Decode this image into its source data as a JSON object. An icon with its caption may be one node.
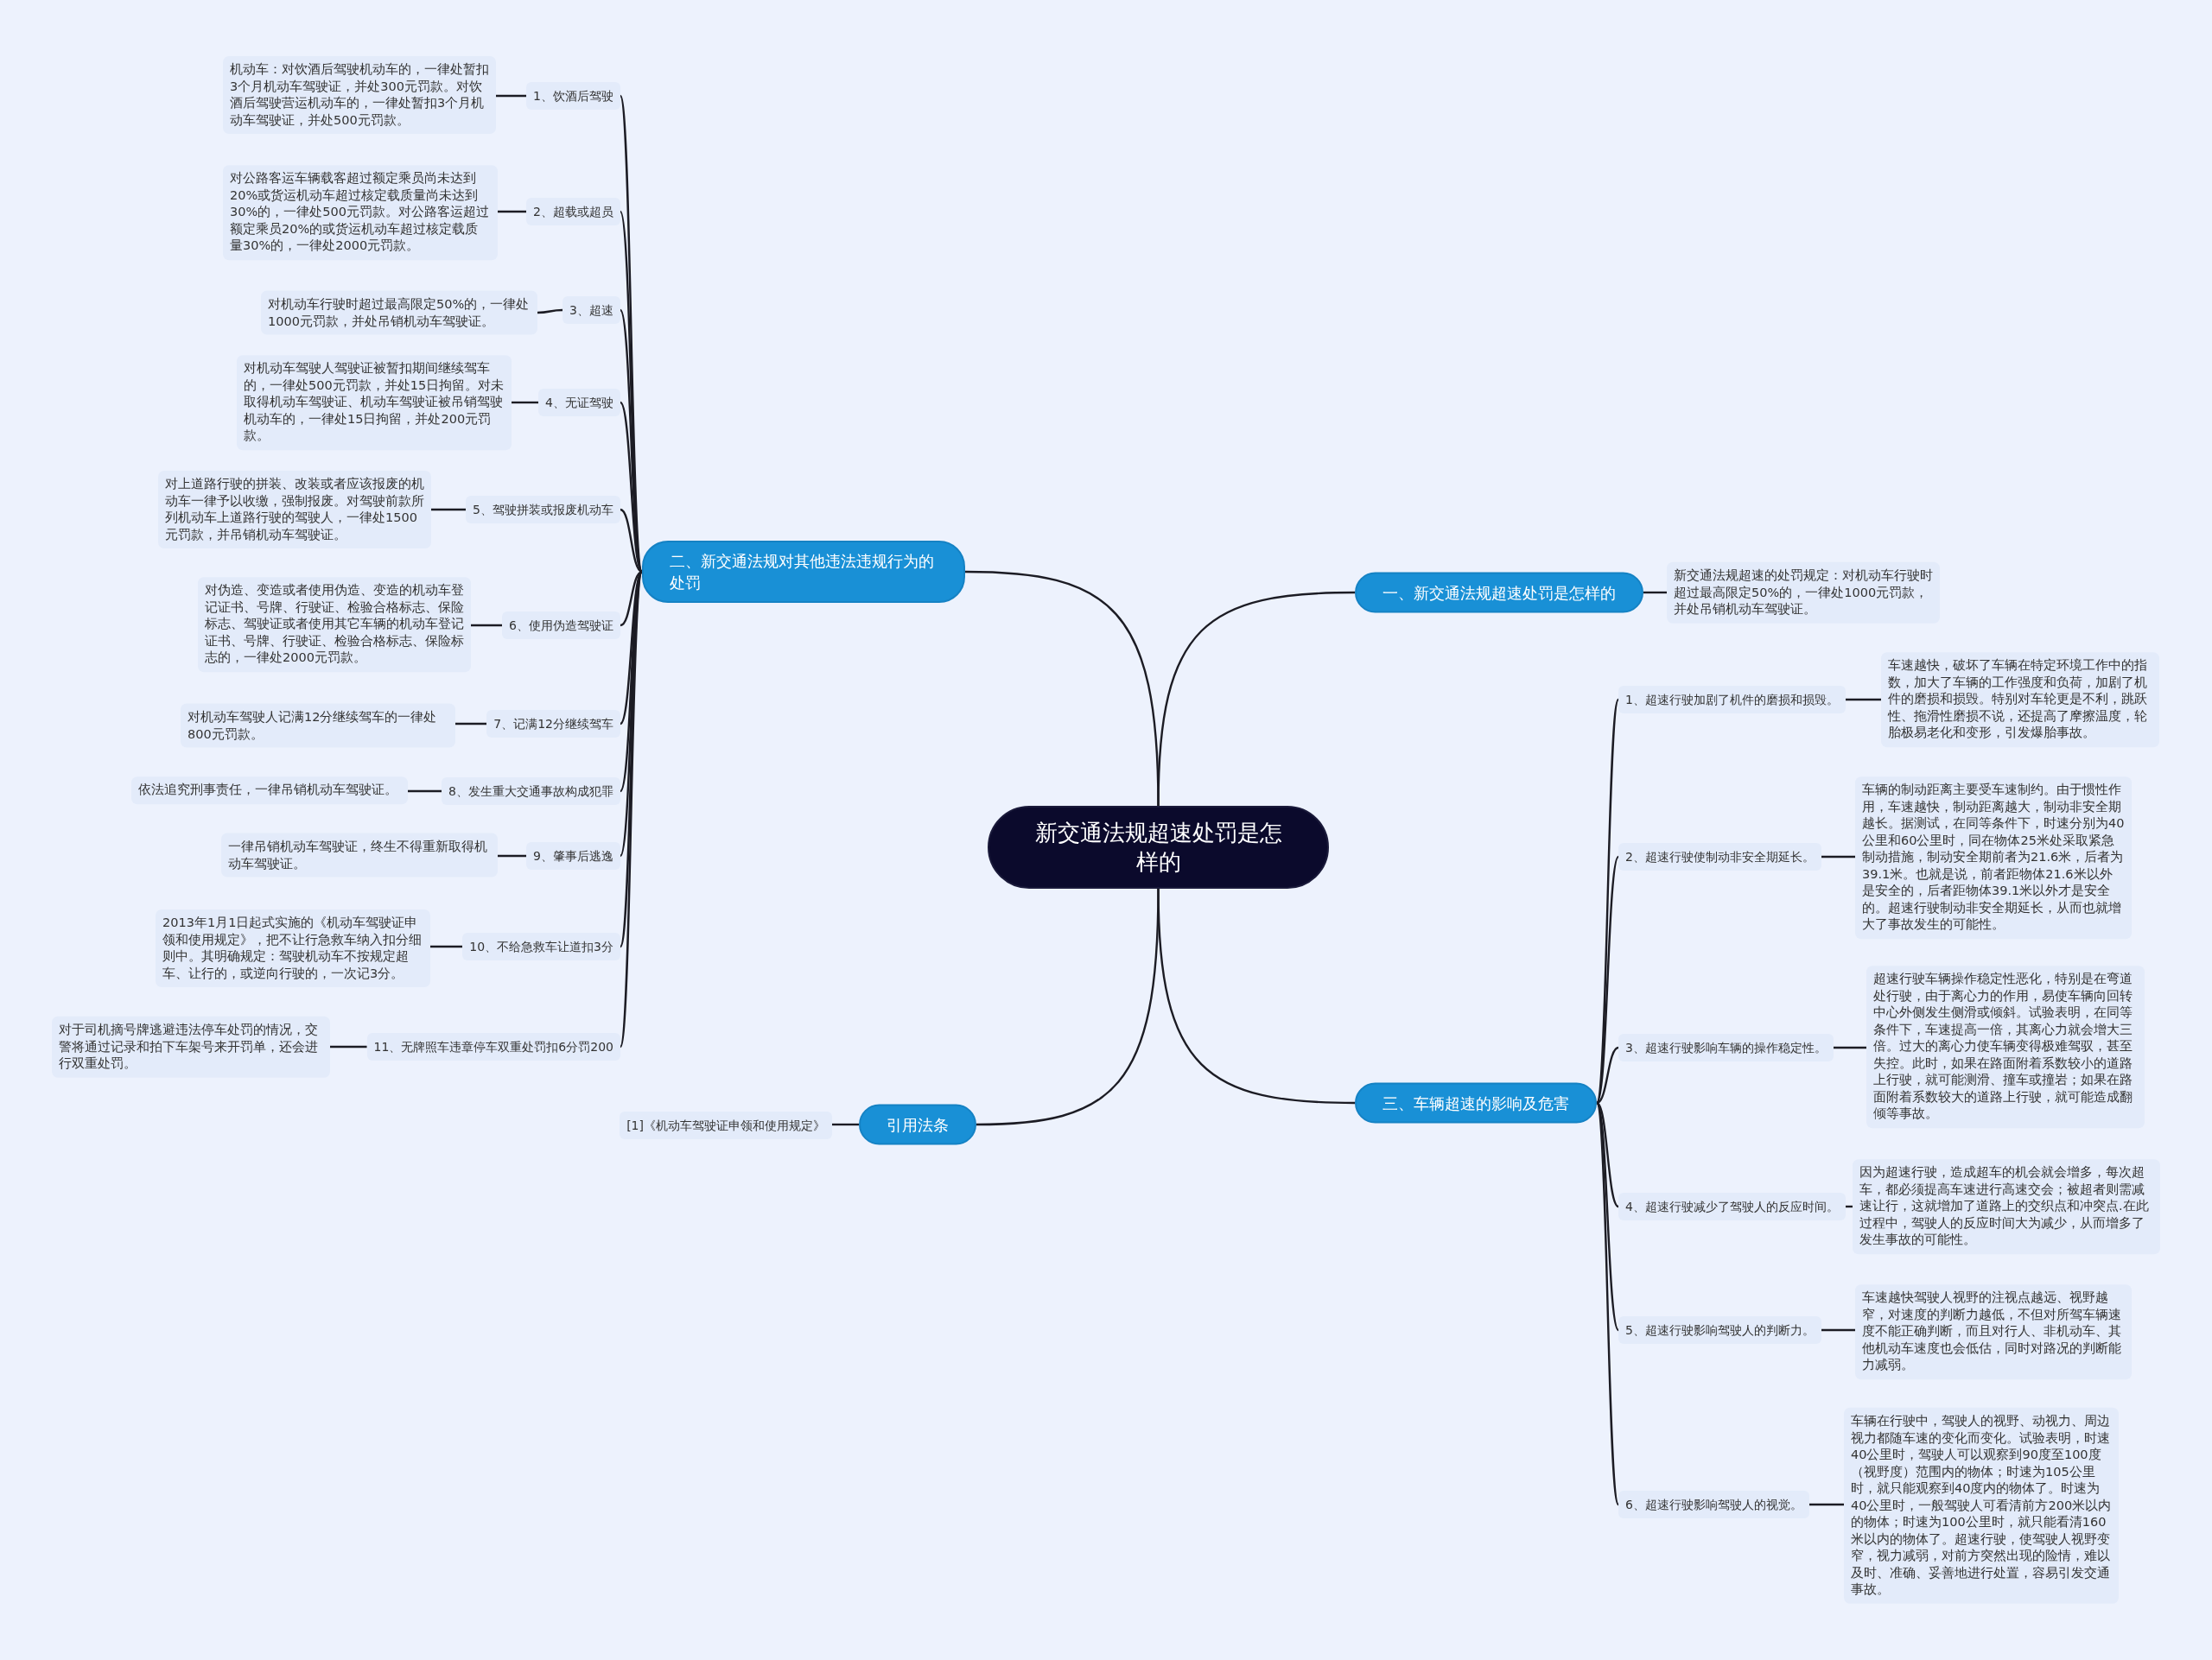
{
  "diagram": {
    "nodes": [
      {
        "text": [
          "新交通法规超速处罚是怎样的"
        ]
      },
      {
        "text": [
          "一、新交通法规超速处罚是怎样的"
        ]
      },
      {
        "text": [
          "新交通法规超速的处罚规定：对机动车行驶时超过最高限定50%的，一律处1000元罚款，并处吊销机动车驾驶证。"
        ]
      },
      {
        "text": [
          "二、新交通法规对其他违法违规行为的处罚"
        ]
      },
      {
        "text": [
          "1、饮酒后驾驶"
        ]
      },
      {
        "text": [
          "机动车：对饮酒后驾驶机动车的，一律处暂扣3个月机动车驾驶证，并处300元罚款。对饮酒后驾驶营运机动车的，一律处暂扣3个月机动车驾驶证，并处500元罚款。"
        ]
      },
      {
        "text": [
          "2、超载或超员"
        ]
      },
      {
        "text": [
          "对公路客运车辆载客超过额定乘员尚未达到20%或货运机动车超过核定载质量尚未达到30%的，一律处500元罚款。对公路客运超过额定乘员20%的或货运机动车超过核定载质量30%的，一律处2000元罚款。"
        ]
      },
      {
        "text": [
          "3、超速"
        ]
      },
      {
        "text": [
          "对机动车行驶时超过最高限定50%的，一律处1000元罚款，并处吊销机动车驾驶证。"
        ]
      },
      {
        "text": [
          "4、无证驾驶"
        ]
      },
      {
        "text": [
          "对机动车驾驶人驾驶证被暂扣期间继续驾车的，一律处500元罚款，并处15日拘留。对未取得机动车驾驶证、机动车驾驶证被吊销驾驶机动车的，一律处15日拘留，并处200元罚款。"
        ]
      },
      {
        "text": [
          "5、驾驶拼装或报废机动车"
        ]
      },
      {
        "text": [
          "对上道路行驶的拼装、改装或者应该报废的机动车一律予以收缴，强制报废。对驾驶前款所列机动车上道路行驶的驾驶人，一律处1500元罚款，并吊销机动车驾驶证。"
        ]
      },
      {
        "text": [
          "6、使用伪造驾驶证"
        ]
      },
      {
        "text": [
          "对伪造、变造或者使用伪造、变造的机动车登记证书、号牌、行驶证、检验合格标志、保险标志、驾驶证或者使用其它车辆的机动车登记证书、号牌、行驶证、检验合格标志、保险标志的，一律处2000元罚款。"
        ]
      },
      {
        "text": [
          "7、记满12分继续驾车"
        ]
      },
      {
        "text": [
          "对机动车驾驶人记满12分继续驾车的一律处800元罚款。"
        ]
      },
      {
        "text": [
          "8、发生重大交通事故构成犯罪"
        ]
      },
      {
        "text": [
          "依法追究刑事责任，一律吊销机动车驾驶证。"
        ]
      },
      {
        "text": [
          "9、肇事后逃逸"
        ]
      },
      {
        "text": [
          "一律吊销机动车驾驶证，终生不得重新取得机动车驾驶证。"
        ]
      },
      {
        "text": [
          "10、不给急救车让道扣3分"
        ]
      },
      {
        "text": [
          "2013年1月1日起式实施的《机动车驾驶证申领和使用规定》，把不让行急救车纳入扣分细则中。其明确规定：驾驶机动车不按规定超车、让行的，或逆向行驶的，一次记3分。"
        ]
      },
      {
        "text": [
          "11、无牌照车违章停车双重处罚扣6分罚200"
        ]
      },
      {
        "text": [
          "对于司机摘号牌逃避违法停车处罚的情况，交警将通过记录和拍下车架号来开罚单，还会进行双重处罚。"
        ]
      },
      {
        "text": [
          "三、车辆超速的影响及危害"
        ]
      },
      {
        "text": [
          "1、超速行驶加剧了机件的磨损和损毁。"
        ]
      },
      {
        "text": [
          "车速越快，破坏了车辆在特定环境工作中的指数，加大了车辆的工作强度和负荷，加剧了机件的磨损和损毁。特别对车轮更是不利，跳跃性、拖滑性磨损不说，还提高了摩擦温度，轮胎极易老化和变形，引发爆胎事故。"
        ]
      },
      {
        "text": [
          "2、超速行驶使制动非安全期延长。"
        ]
      },
      {
        "text": [
          "车辆的制动距离主要受车速制约。由于惯性作用，车速越快，制动距离越大，制动非安全期越长。据测试，在同等条件下，时速分别为40公里和60公里时，同在物体25米处采取紧急制动措施，制动安全期前者为21.6米，后者为39.1米。也就是说，前者距物体21.6米以外是安全的，后者距物体39.1米以外才是安全的。超速行驶制动非安全期延长，从而也就增大了事故发生的可能性。"
        ]
      },
      {
        "text": [
          "3、超速行驶影响车辆的操作稳定性。"
        ]
      },
      {
        "text": [
          "超速行驶车辆操作稳定性恶化，特别是在弯道处行驶，由于离心力的作用，易使车辆向回转中心外侧发生侧滑或倾斜。试验表明，在同等条件下，车速提高一倍，其离心力就会增大三倍。过大的离心力使车辆变得极难驾驭，甚至失控。此时，如果在路面附着系数较小的道路上行驶，就可能测滑、撞车或撞岩；如果在路面附着系数较大的道路上行驶，就可能造成翻倾等事故。"
        ]
      },
      {
        "text": [
          "4、超速行驶减少了驾驶人的反应时间。"
        ]
      },
      {
        "text": [
          "因为超速行驶，造成超车的机会就会增多，每次超车，都必须提高车速进行高速交会；被超者则需减速让行，这就增加了道路上的交织点和冲突点.在此过程中，驾驶人的反应时间大为减少，从而增多了发生事故的可能性。"
        ]
      },
      {
        "text": [
          "5、超速行驶影响驾驶人的判断力。"
        ]
      },
      {
        "text": [
          "车速越快驾驶人视野的注视点越远、视野越窄，对速度的判断力越低，不但对所驾车辆速度不能正确判断，而且对行人、非机动车、其他机动车速度也会低估，同时对路况的判断能力减弱。"
        ]
      },
      {
        "text": [
          "6、超速行驶影响驾驶人的视觉。"
        ]
      },
      {
        "text": [
          "车辆在行驶中，驾驶人的视野、动视力、周边视力都随车速的变化而变化。试验表明，时速40公里时，驾驶人可以观察到90度至100度（视野度）范围内的物体；时速为105公里时，就只能观察到40度内的物体了。时速为40公里时，一般驾驶人可看清前方200米以内的物体；时速为100公里时，就只能看清160米以内的物体了。超速行驶，使驾驶人视野变窄，视力减弱，对前方突然出现的险情，难以及时、准确、妥善地进行处置，容易引发交通事故。"
        ]
      },
      {
        "text": [
          "引用法条"
        ]
      },
      {
        "text": [
          "[1]《机动车驾驶证申领和使用规定》"
        ]
      }
    ],
    "edges": [
      {
        "from": 0,
        "to": 1,
        "arrow": "none"
      },
      {
        "from": 1,
        "to": 2,
        "arrow": "none"
      },
      {
        "from": 0,
        "to": 3,
        "arrow": "none"
      },
      {
        "from": 3,
        "to": 4,
        "arrow": "none"
      },
      {
        "from": 4,
        "to": 5,
        "arrow": "none"
      },
      {
        "from": 3,
        "to": 6,
        "arrow": "none"
      },
      {
        "from": 6,
        "to": 7,
        "arrow": "none"
      },
      {
        "from": 3,
        "to": 8,
        "arrow": "none"
      },
      {
        "from": 8,
        "to": 9,
        "arrow": "none"
      },
      {
        "from": 3,
        "to": 10,
        "arrow": "none"
      },
      {
        "from": 10,
        "to": 11,
        "arrow": "none"
      },
      {
        "from": 3,
        "to": 12,
        "arrow": "none"
      },
      {
        "from": 12,
        "to": 13,
        "arrow": "none"
      },
      {
        "from": 3,
        "to": 14,
        "arrow": "none"
      },
      {
        "from": 14,
        "to": 15,
        "arrow": "none"
      },
      {
        "from": 3,
        "to": 16,
        "arrow": "none"
      },
      {
        "from": 16,
        "to": 17,
        "arrow": "none"
      },
      {
        "from": 3,
        "to": 18,
        "arrow": "none"
      },
      {
        "from": 18,
        "to": 19,
        "arrow": "none"
      },
      {
        "from": 3,
        "to": 20,
        "arrow": "none"
      },
      {
        "from": 20,
        "to": 21,
        "arrow": "none"
      },
      {
        "from": 3,
        "to": 22,
        "arrow": "none"
      },
      {
        "from": 22,
        "to": 23,
        "arrow": "none"
      },
      {
        "from": 3,
        "to": 24,
        "arrow": "none"
      },
      {
        "from": 24,
        "to": 25,
        "arrow": "none"
      },
      {
        "from": 0,
        "to": 26,
        "arrow": "none"
      },
      {
        "from": 26,
        "to": 27,
        "arrow": "none"
      },
      {
        "from": 27,
        "to": 28,
        "arrow": "none"
      },
      {
        "from": 26,
        "to": 29,
        "arrow": "none"
      },
      {
        "from": 29,
        "to": 30,
        "arrow": "none"
      },
      {
        "from": 26,
        "to": 31,
        "arrow": "none"
      },
      {
        "from": 31,
        "to": 32,
        "arrow": "none"
      },
      {
        "from": 26,
        "to": 33,
        "arrow": "none"
      },
      {
        "from": 33,
        "to": 34,
        "arrow": "none"
      },
      {
        "from": 26,
        "to": 35,
        "arrow": "none"
      },
      {
        "from": 35,
        "to": 36,
        "arrow": "none"
      },
      {
        "from": 26,
        "to": 37,
        "arrow": "none"
      },
      {
        "from": 37,
        "to": 38,
        "arrow": "none"
      },
      {
        "from": 0,
        "to": 39,
        "arrow": "none"
      },
      {
        "from": 39,
        "to": 40,
        "arrow": "none"
      }
    ]
  }
}
